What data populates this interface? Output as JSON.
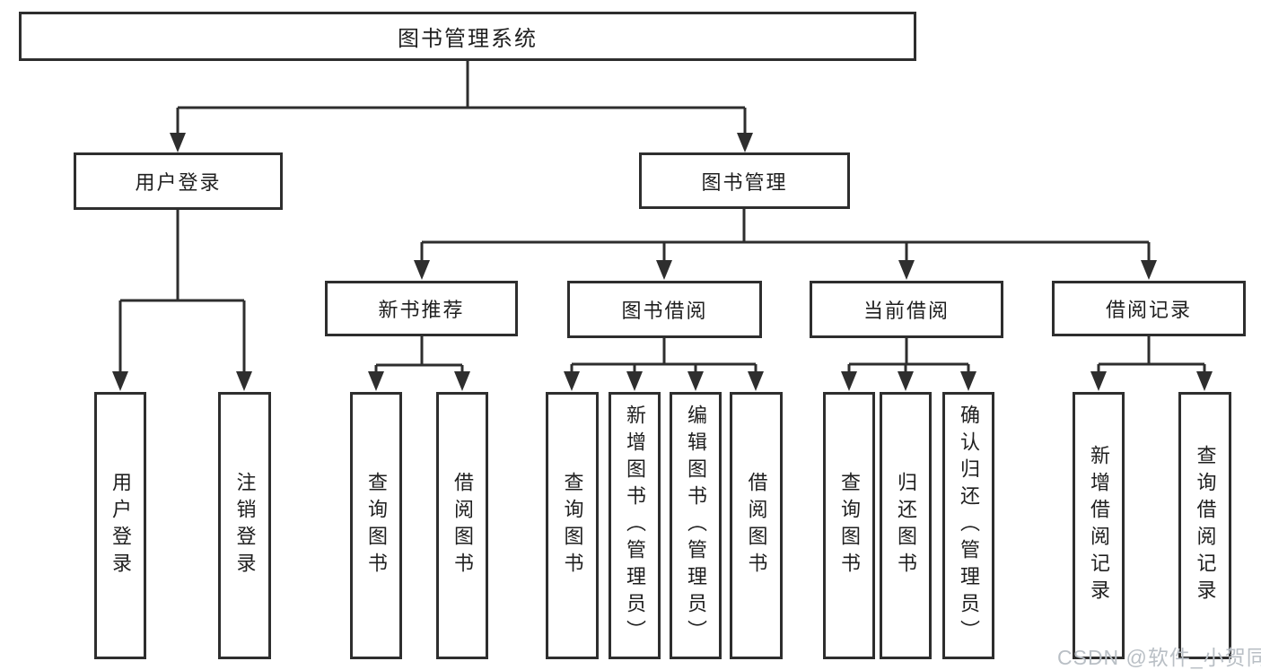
{
  "tree": {
    "root": {
      "label": "图书管理系统",
      "children": [
        {
          "label": "用户登录",
          "children": [
            {
              "label": "用户登录"
            },
            {
              "label": "注销登录"
            }
          ]
        },
        {
          "label": "图书管理",
          "children": [
            {
              "label": "新书推荐",
              "children": [
                {
                  "label": "查询图书"
                },
                {
                  "label": "借阅图书"
                }
              ]
            },
            {
              "label": "图书借阅",
              "children": [
                {
                  "label": "查询图书"
                },
                {
                  "label": "新增图书（管理员）"
                },
                {
                  "label": "编辑图书（管理员）"
                },
                {
                  "label": "借阅图书"
                }
              ]
            },
            {
              "label": "当前借阅",
              "children": [
                {
                  "label": "查询图书"
                },
                {
                  "label": "归还图书"
                },
                {
                  "label": "确认归还（管理员）"
                }
              ]
            },
            {
              "label": "借阅记录",
              "children": [
                {
                  "label": "新增借阅记录"
                },
                {
                  "label": "查询借阅记录"
                }
              ]
            }
          ]
        }
      ]
    }
  },
  "watermark": "CSDN @软件_小贺同学",
  "colors": {
    "line": "#2e2e2e",
    "text": "#1f1f1f",
    "watermark": "#b9bfc5",
    "background": "#ffffff"
  }
}
